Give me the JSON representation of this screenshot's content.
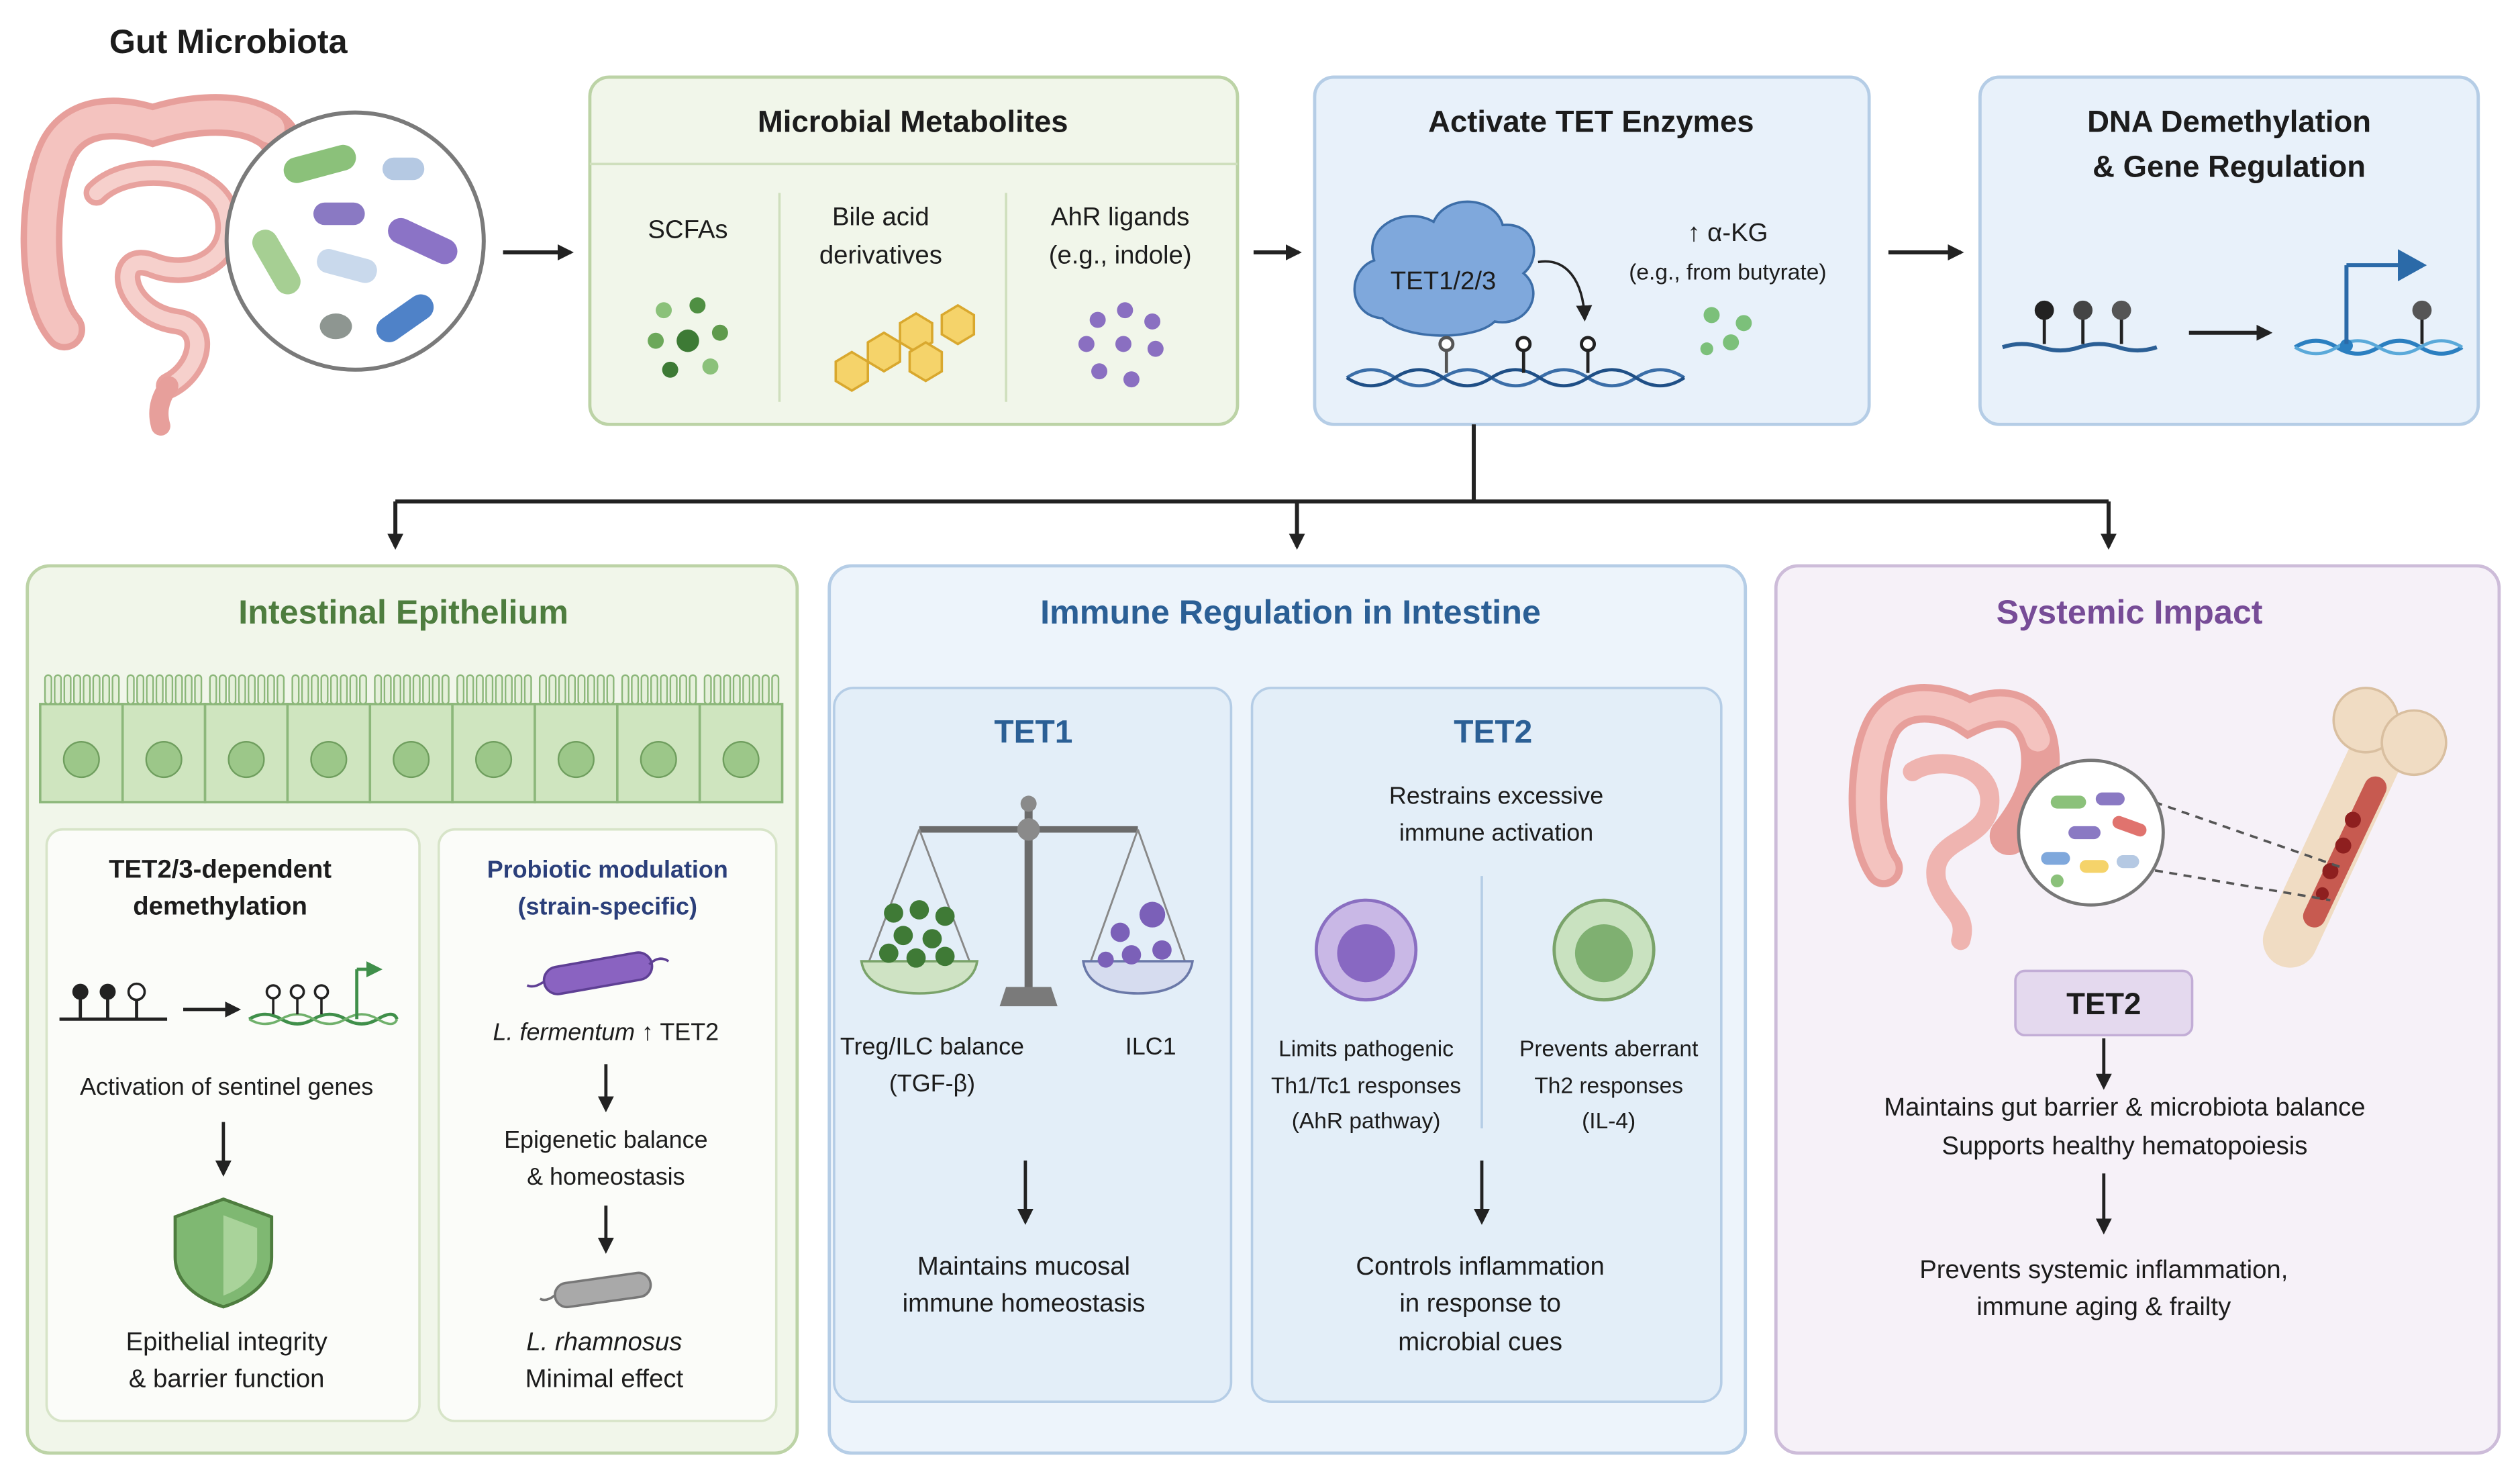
{
  "title": "Gut Microbiota",
  "colors": {
    "green_panel": "#f1f6ea",
    "green_border": "#bcd3a6",
    "green_title": "#4e7d3f",
    "blue_panel": "#edf4fb",
    "blue_border": "#b5cde6",
    "blue_title": "#2b5f95",
    "purple_panel": "#f6f1f8",
    "purple_border": "#cdbcd9",
    "purple_title": "#774c97",
    "text": "#1c1c1c",
    "arrow": "#222222"
  },
  "metabolites": {
    "title": "Microbial Metabolites",
    "scfas": "SCFAs",
    "bile_1": "Bile acid",
    "bile_2": "derivatives",
    "ahr_1": "AhR ligands",
    "ahr_2": "(e.g., indole)"
  },
  "tet": {
    "title": "Activate TET Enzymes",
    "enzyme": "TET1/2/3",
    "akg": "↑ α-KG",
    "akg_note": "(e.g., from butyrate)"
  },
  "dna": {
    "title_1": "DNA Demethylation",
    "title_2": "& Gene Regulation"
  },
  "epithelium": {
    "title": "Intestinal Epithelium",
    "left": {
      "title_1": "TET2/3-dependent",
      "title_2": "demethylation",
      "activation": "Activation of sentinel genes",
      "result_1": "Epithelial integrity",
      "result_2": "& barrier function"
    },
    "right": {
      "title_1": "Probiotic modulation",
      "title_2": "(strain-specific)",
      "ferm_species": "L. fermentum",
      "ferm_effect": " ↑ TET2",
      "balance_1": "Epigenetic balance",
      "balance_2": "& homeostasis",
      "rham_species": "L. rhamnosus",
      "rham_effect": "Minimal effect"
    }
  },
  "immune": {
    "title": "Immune Regulation in Intestine",
    "tet1": {
      "title": "TET1",
      "treg_1": "Treg/ILC balance",
      "treg_2": "(TGF-β)",
      "ilc1": "ILC1",
      "result_1": "Maintains mucosal",
      "result_2": "immune homeostasis"
    },
    "tet2": {
      "title": "TET2",
      "desc_1": "Restrains excessive",
      "desc_2": "immune activation",
      "left_1": "Limits pathogenic",
      "left_2": "Th1/Tc1 responses",
      "left_3": "(AhR pathway)",
      "right_1": "Prevents aberrant",
      "right_2": "Th2 responses",
      "right_3": "(IL-4)",
      "result_1": "Controls inflammation",
      "result_2": "in response to",
      "result_3": "microbial cues"
    }
  },
  "systemic": {
    "title": "Systemic Impact",
    "badge": "TET2",
    "line_1": "Maintains gut barrier & microbiota balance",
    "line_2": "Supports healthy hematopoiesis",
    "result_1": "Prevents systemic inflammation,",
    "result_2": "immune aging & frailty"
  }
}
